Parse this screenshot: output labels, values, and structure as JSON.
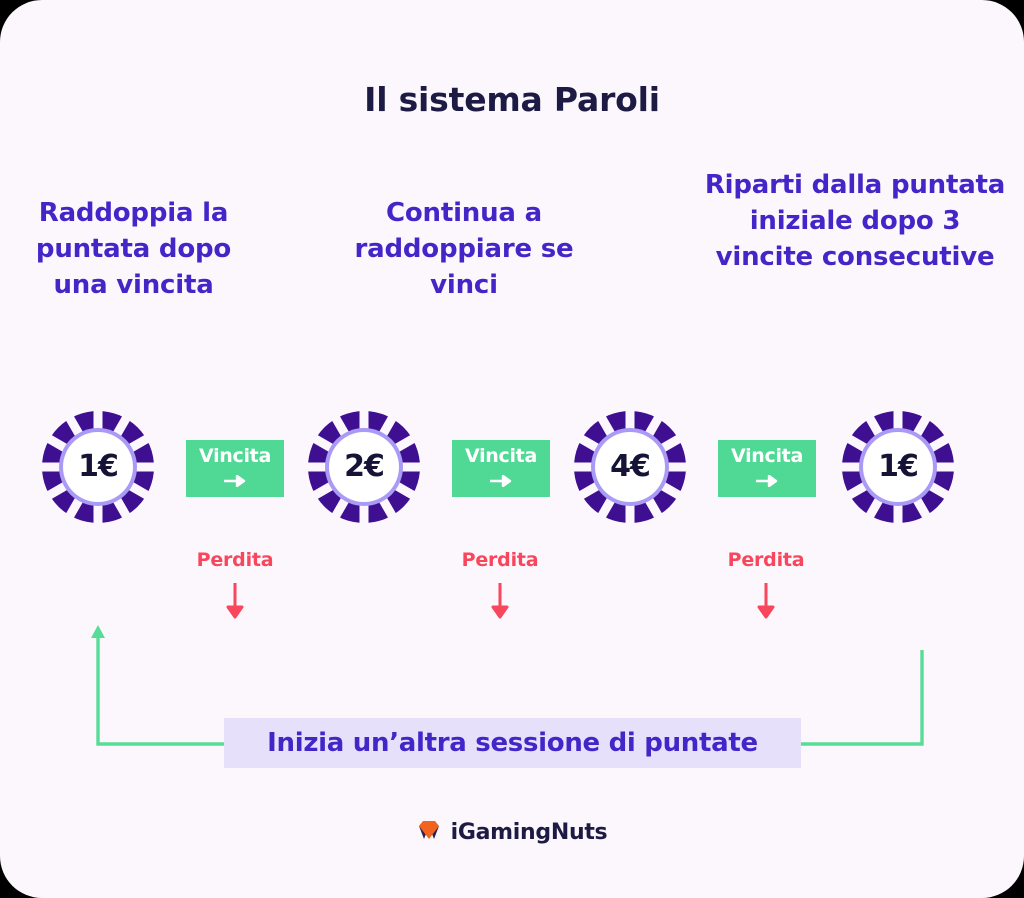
{
  "card": {
    "background": "#fbf7fd",
    "title": "Il sistema Paroli"
  },
  "colors": {
    "title": "#1d1b44",
    "heading_purple": "#4326c8",
    "chip_outer": "#3f0f91",
    "chip_inner_ring": "#a99bf5",
    "chip_face": "#ffffff",
    "chip_text": "#151336",
    "win_green": "#4fd995",
    "loss_red": "#f8465c",
    "banner_bg": "#e6e0fb",
    "path_green": "#57dd98",
    "logo_orange": "#f2641d",
    "logo_dark": "#2b2252"
  },
  "steps": [
    {
      "id": "step-1",
      "heading": "Raddoppia la puntata dopo una vincita",
      "chip_value": "1€"
    },
    {
      "id": "step-2",
      "heading": "Continua a raddoppiare se vinci",
      "chip_value": "2€"
    },
    {
      "id": "step-3",
      "heading": "Riparti dalla puntata iniziale dopo 3 vincite consecutive",
      "chip_value": "4€"
    },
    {
      "id": "step-4",
      "heading": "",
      "chip_value": "1€"
    }
  ],
  "transitions": [
    {
      "win_label": "Vincita",
      "loss_label": "Perdita"
    },
    {
      "win_label": "Vincita",
      "loss_label": "Perdita"
    },
    {
      "win_label": "Vincita",
      "loss_label": "Perdita"
    }
  ],
  "banner": {
    "text": "Inizia un’altra sessione di puntate"
  },
  "footer": {
    "brand": "iGamingNuts",
    "logo_icon": "gem-icon"
  },
  "icons": {
    "win_arrow": "arrow-right-icon",
    "loss_arrow": "arrow-down-icon",
    "return_arrow": "arrow-up-icon"
  }
}
